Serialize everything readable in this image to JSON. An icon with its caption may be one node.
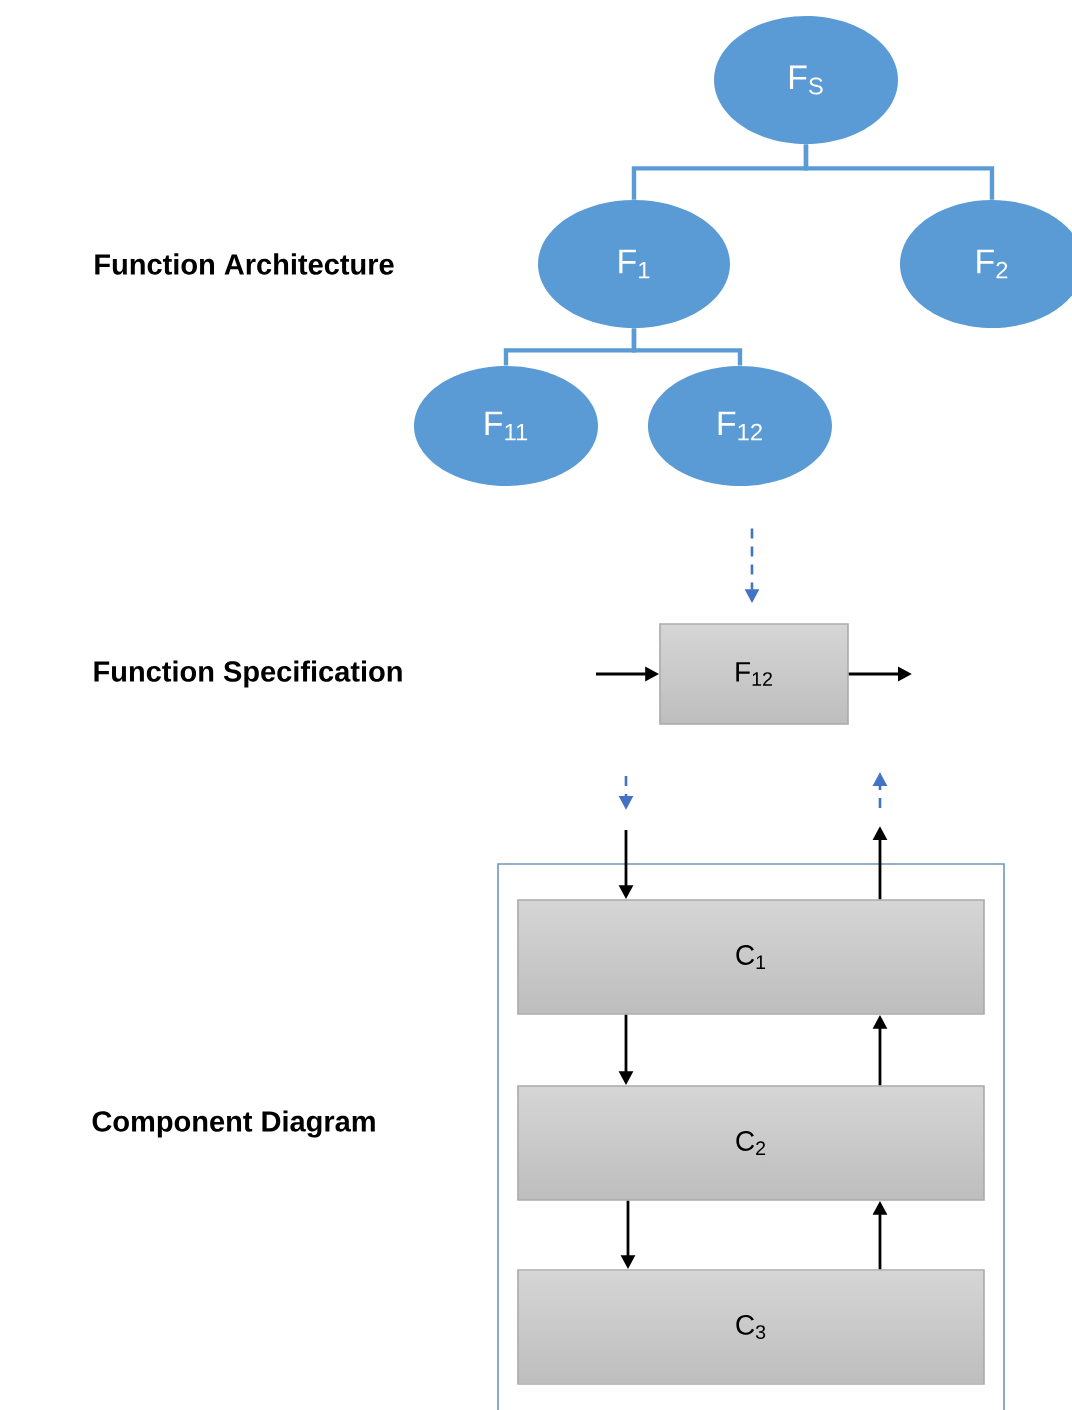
{
  "diagram": {
    "nodes": [
      {
        "text": [
          "F$_{S}$"
        ]
      },
      {
        "text": [
          "F$_{1}$"
        ]
      },
      {
        "text": [
          "F$_{2}$"
        ]
      },
      {
        "text": [
          "F$_{11}$"
        ]
      },
      {
        "text": [
          "F$_{12}$"
        ]
      },
      {
        "text": [
          "F$_{12}$"
        ]
      },
      {
        "text": [],
        "shape": "box"
      },
      {
        "text": [
          "C$_{1}$"
        ],
        "in": 6
      },
      {
        "text": [
          "C$_{2}$"
        ],
        "in": 6
      },
      {
        "text": [
          "C$_{3}$"
        ],
        "in": 6
      }
    ],
    "edges": [
      {
        "from": 0,
        "to": 1,
        "arrow": "none",
        "color": "#5b9bd5"
      },
      {
        "from": 0,
        "to": 2,
        "arrow": "none",
        "color": "#5b9bd5"
      },
      {
        "from": 1,
        "to": 3,
        "arrow": "none",
        "color": "#5b9bd5"
      },
      {
        "from": 1,
        "to": 4,
        "arrow": "none",
        "color": "#5b9bd5"
      },
      {
        "from": 4,
        "to": 5,
        "arrow": "to",
        "style": "dashed",
        "color": "#4472c4"
      },
      {
        "from": null,
        "to": 5,
        "arrow": "to"
      },
      {
        "from": 5,
        "to": null,
        "arrow": "to"
      },
      {
        "from": null,
        "to": 7,
        "arrow": "to"
      },
      {
        "from": 7,
        "to": null,
        "arrow": "to"
      },
      {
        "from": 7,
        "to": 8,
        "arrow": "to"
      },
      {
        "from": 8,
        "to": 9,
        "arrow": "to"
      },
      {
        "from": 9,
        "to": 8,
        "arrow": "to"
      },
      {
        "from": 8,
        "to": 7,
        "arrow": "to"
      }
    ],
    "labels": [
      "Function Architecture",
      "Function Specification",
      "Component Diagram"
    ]
  }
}
